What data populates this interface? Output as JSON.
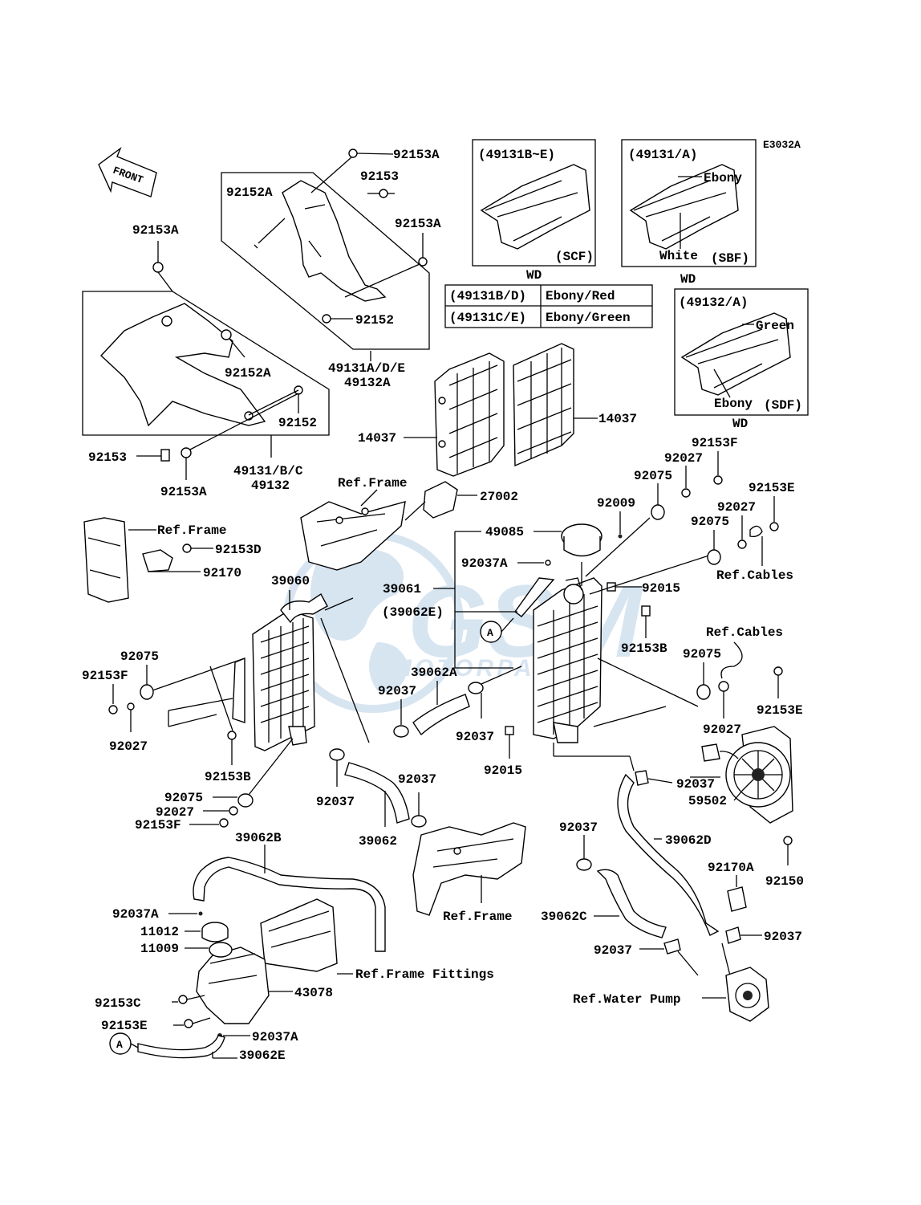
{
  "code": "E3032A",
  "front_label": "FRONT",
  "watermark": {
    "brand": "GSM",
    "sub": "MOTORPARTS",
    "color": "#b8d0e6"
  },
  "variant_boxes": {
    "b_e": {
      "header": "(49131B~E)",
      "suffix": "(SCF)",
      "wd": "WD"
    },
    "a": {
      "header": "(49131/A)",
      "color1": "Ebony",
      "color2": "White",
      "suffix": "(SBF)",
      "wd": "WD"
    },
    "g": {
      "header": "(49132/A)",
      "color1": "Green",
      "color2": "Ebony",
      "suffix": "(SDF)",
      "wd": "WD"
    }
  },
  "color_table": [
    {
      "code": "(49131B/D)",
      "color": "Ebony/Red"
    },
    {
      "code": "(49131C/E)",
      "color": "Ebony/Green"
    }
  ],
  "labels": {
    "l_92153A_top": "92153A",
    "l_92153_top": "92153",
    "l_92153A_r": "92153A",
    "l_92152A_top": "92152A",
    "l_92152_top": "92152",
    "l_49131ADE": "49131A/D/E",
    "l_49132A": "49132A",
    "l_92153A_left": "92153A",
    "l_92152A_left": "92152A",
    "l_92152_left": "92152",
    "l_92153_left": "92153",
    "l_92153A_bot": "92153A",
    "l_49131BC": "49131/B/C",
    "l_49132": "49132",
    "l_14037_l": "14037",
    "l_14037_r": "14037",
    "l_refframe_1": "Ref.Frame",
    "l_27002": "27002",
    "l_refframe_2": "Ref.Frame",
    "l_92153D": "92153D",
    "l_92170": "92170",
    "l_39060": "39060",
    "l_92153F_top": "92153F",
    "l_92027_top": "92027",
    "l_92075_top": "92075",
    "l_92153E_top": "92153E",
    "l_92009": "92009",
    "l_92027_r2": "92027",
    "l_92075_r2": "92075",
    "l_refcables_1": "Ref.Cables",
    "l_49085": "49085",
    "l_92037A_mid": "92037A",
    "l_39061": "39061",
    "l_39062E_mid": "(39062E)",
    "l_A_mid": "A",
    "l_92015_top": "92015",
    "l_92153B_r": "92153B",
    "l_refcables_2": "Ref.Cables",
    "l_92075_l": "92075",
    "l_92153F_l": "92153F",
    "l_92027_l": "92027",
    "l_39062A": "39062A",
    "l_92037_a": "92037",
    "l_92037_b": "92037",
    "l_92075_r3": "92075",
    "l_92153E_r3": "92153E",
    "l_92027_r3": "92027",
    "l_92153B_l": "92153B",
    "l_92015_bot": "92015",
    "l_92075_lb": "92075",
    "l_92027_lb": "92027",
    "l_92153F_lb": "92153F",
    "l_92037_c": "92037",
    "l_92037_d": "92037",
    "l_39062": "39062",
    "l_92037_e": "92037",
    "l_59502": "59502",
    "l_92150": "92150",
    "l_39062B": "39062B",
    "l_92037_f": "92037",
    "l_39062D": "39062D",
    "l_refframe_3": "Ref.Frame",
    "l_92170A": "92170A",
    "l_92037A_b": "92037A",
    "l_11012": "11012",
    "l_11009": "11009",
    "l_39062C": "39062C",
    "l_92037_g": "92037",
    "l_92037_h": "92037",
    "l_refframefittings": "Ref.Frame Fittings",
    "l_43078": "43078",
    "l_92153C": "92153C",
    "l_refwaterpump": "Ref.Water Pump",
    "l_92153E_b": "92153E",
    "l_92037A_c": "92037A",
    "l_A_bot": "A",
    "l_39062E_bot": "39062E"
  }
}
